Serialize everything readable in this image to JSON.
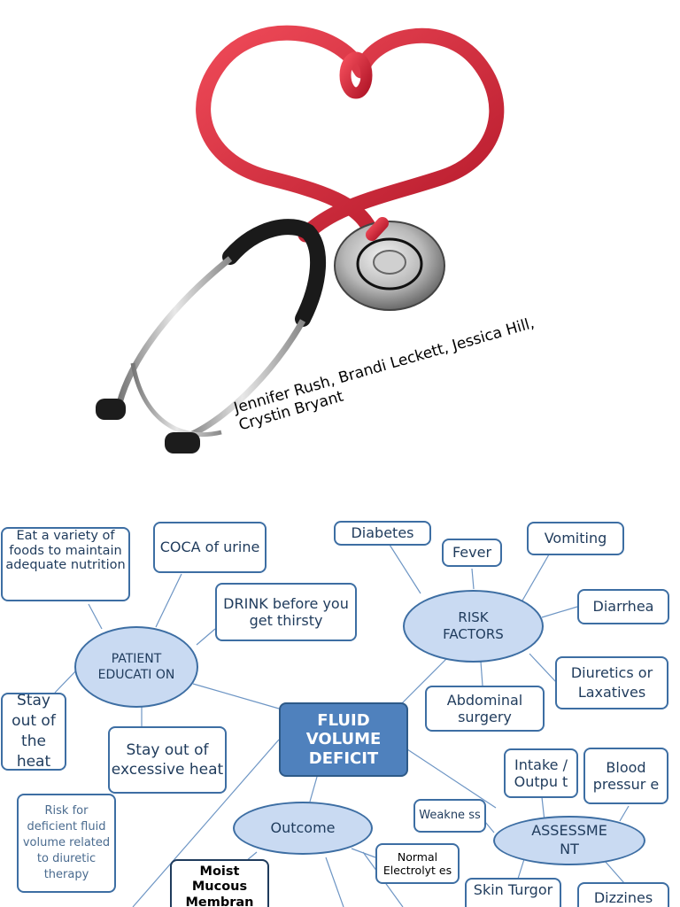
{
  "title_slide": {
    "authors_line1": "Jennifer Rush,  Brandi Leckett,  Jessica Hill,",
    "authors_line2": "Crystin Bryant",
    "image_icon": "heart-stethoscope-icon"
  },
  "concept_map": {
    "center": "FLUID VOLUME DEFICIT",
    "patient_education": {
      "label": "PATIENT EDUCATI ON",
      "items": [
        "Eat a variety of foods to maintain adequate nutrition",
        "COCA of urine",
        "DRINK before you get thirsty",
        "Stay out of the heat",
        "Stay out of excessive heat"
      ]
    },
    "risk_factors": {
      "label": "RISK FACTORS",
      "items": [
        "Diabetes",
        "Fever",
        "Vomiting",
        "Diarrhea",
        "Diuretics or Laxatives",
        "Abdominal surgery"
      ]
    },
    "assessment": {
      "label": "ASSESSME NT",
      "items": [
        "Intake / Outpu t",
        "Blood pressur e",
        "Weakne ss",
        "Skin Turgor",
        "Dizzines"
      ]
    },
    "outcome": {
      "label": "Outcome",
      "items": [
        "Moist Mucous Membran",
        "Normal Electrolyt es"
      ]
    },
    "nursing_diagnosis": "Risk for deficient fluid volume related to diuretic therapy"
  },
  "colors": {
    "node_fill": "#c9daf2",
    "node_border": "#3d6ea3",
    "center_fill": "#4f81bd",
    "line": "#6d95c4",
    "tube_red": "#d32a3a"
  }
}
